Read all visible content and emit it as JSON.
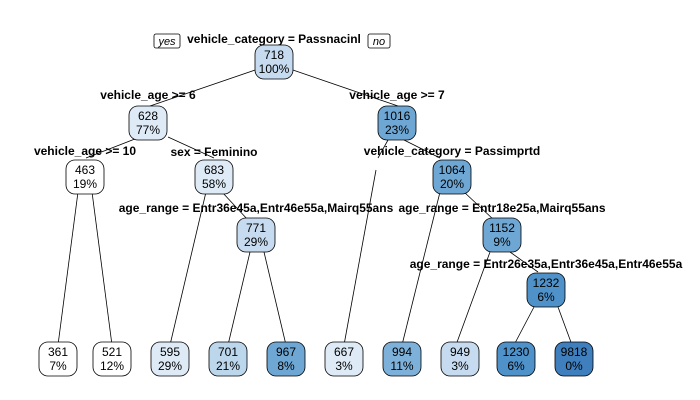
{
  "tree": {
    "yes_label": "yes",
    "no_label": "no",
    "nodes": {
      "n1": {
        "value": "718",
        "percent": "100%",
        "color": "#c6dbef",
        "split": "vehicle_category = Passnacinl"
      },
      "n2": {
        "value": "628",
        "percent": "77%",
        "color": "#deebf7",
        "split": "vehicle_age >= 6"
      },
      "n3": {
        "value": "1016",
        "percent": "23%",
        "color": "#6fa7d4",
        "split": "vehicle_age >= 7"
      },
      "n4": {
        "value": "463",
        "percent": "19%",
        "color": "#ffffff",
        "split": "vehicle_age >= 10"
      },
      "n5": {
        "value": "683",
        "percent": "58%",
        "color": "#deebf7",
        "split": "sex = Feminino"
      },
      "n6": {
        "value": "1064",
        "percent": "20%",
        "color": "#6fa7d4",
        "split": "vehicle_category = Passimprtd"
      },
      "n7": {
        "value": "771",
        "percent": "29%",
        "color": "#c6dbef",
        "split": "age_range = Entr36e45a,Entr46e55a,Mairq55ans"
      },
      "n8": {
        "value": "1152",
        "percent": "9%",
        "color": "#6fa7d4",
        "split": "age_range = Entr18e25a,Mairq55ans"
      },
      "n9": {
        "value": "1232",
        "percent": "6%",
        "color": "#4f91c9",
        "split": "age_range = Entr26e35a,Entr36e45a,Entr46e55a"
      },
      "l1": {
        "value": "361",
        "percent": "7%",
        "color": "#ffffff"
      },
      "l2": {
        "value": "521",
        "percent": "12%",
        "color": "#ffffff"
      },
      "l3": {
        "value": "595",
        "percent": "29%",
        "color": "#deebf7"
      },
      "l4": {
        "value": "701",
        "percent": "21%",
        "color": "#bcd6ec"
      },
      "l5": {
        "value": "967",
        "percent": "8%",
        "color": "#6fa7d4"
      },
      "l6": {
        "value": "667",
        "percent": "3%",
        "color": "#deebf7"
      },
      "l7": {
        "value": "994",
        "percent": "11%",
        "color": "#7db1da"
      },
      "l8": {
        "value": "949",
        "percent": "3%",
        "color": "#c6dbef"
      },
      "l9": {
        "value": "1230",
        "percent": "6%",
        "color": "#4f91c9"
      },
      "l10": {
        "value": "9818",
        "percent": "0%",
        "color": "#3f7fbd"
      }
    }
  }
}
